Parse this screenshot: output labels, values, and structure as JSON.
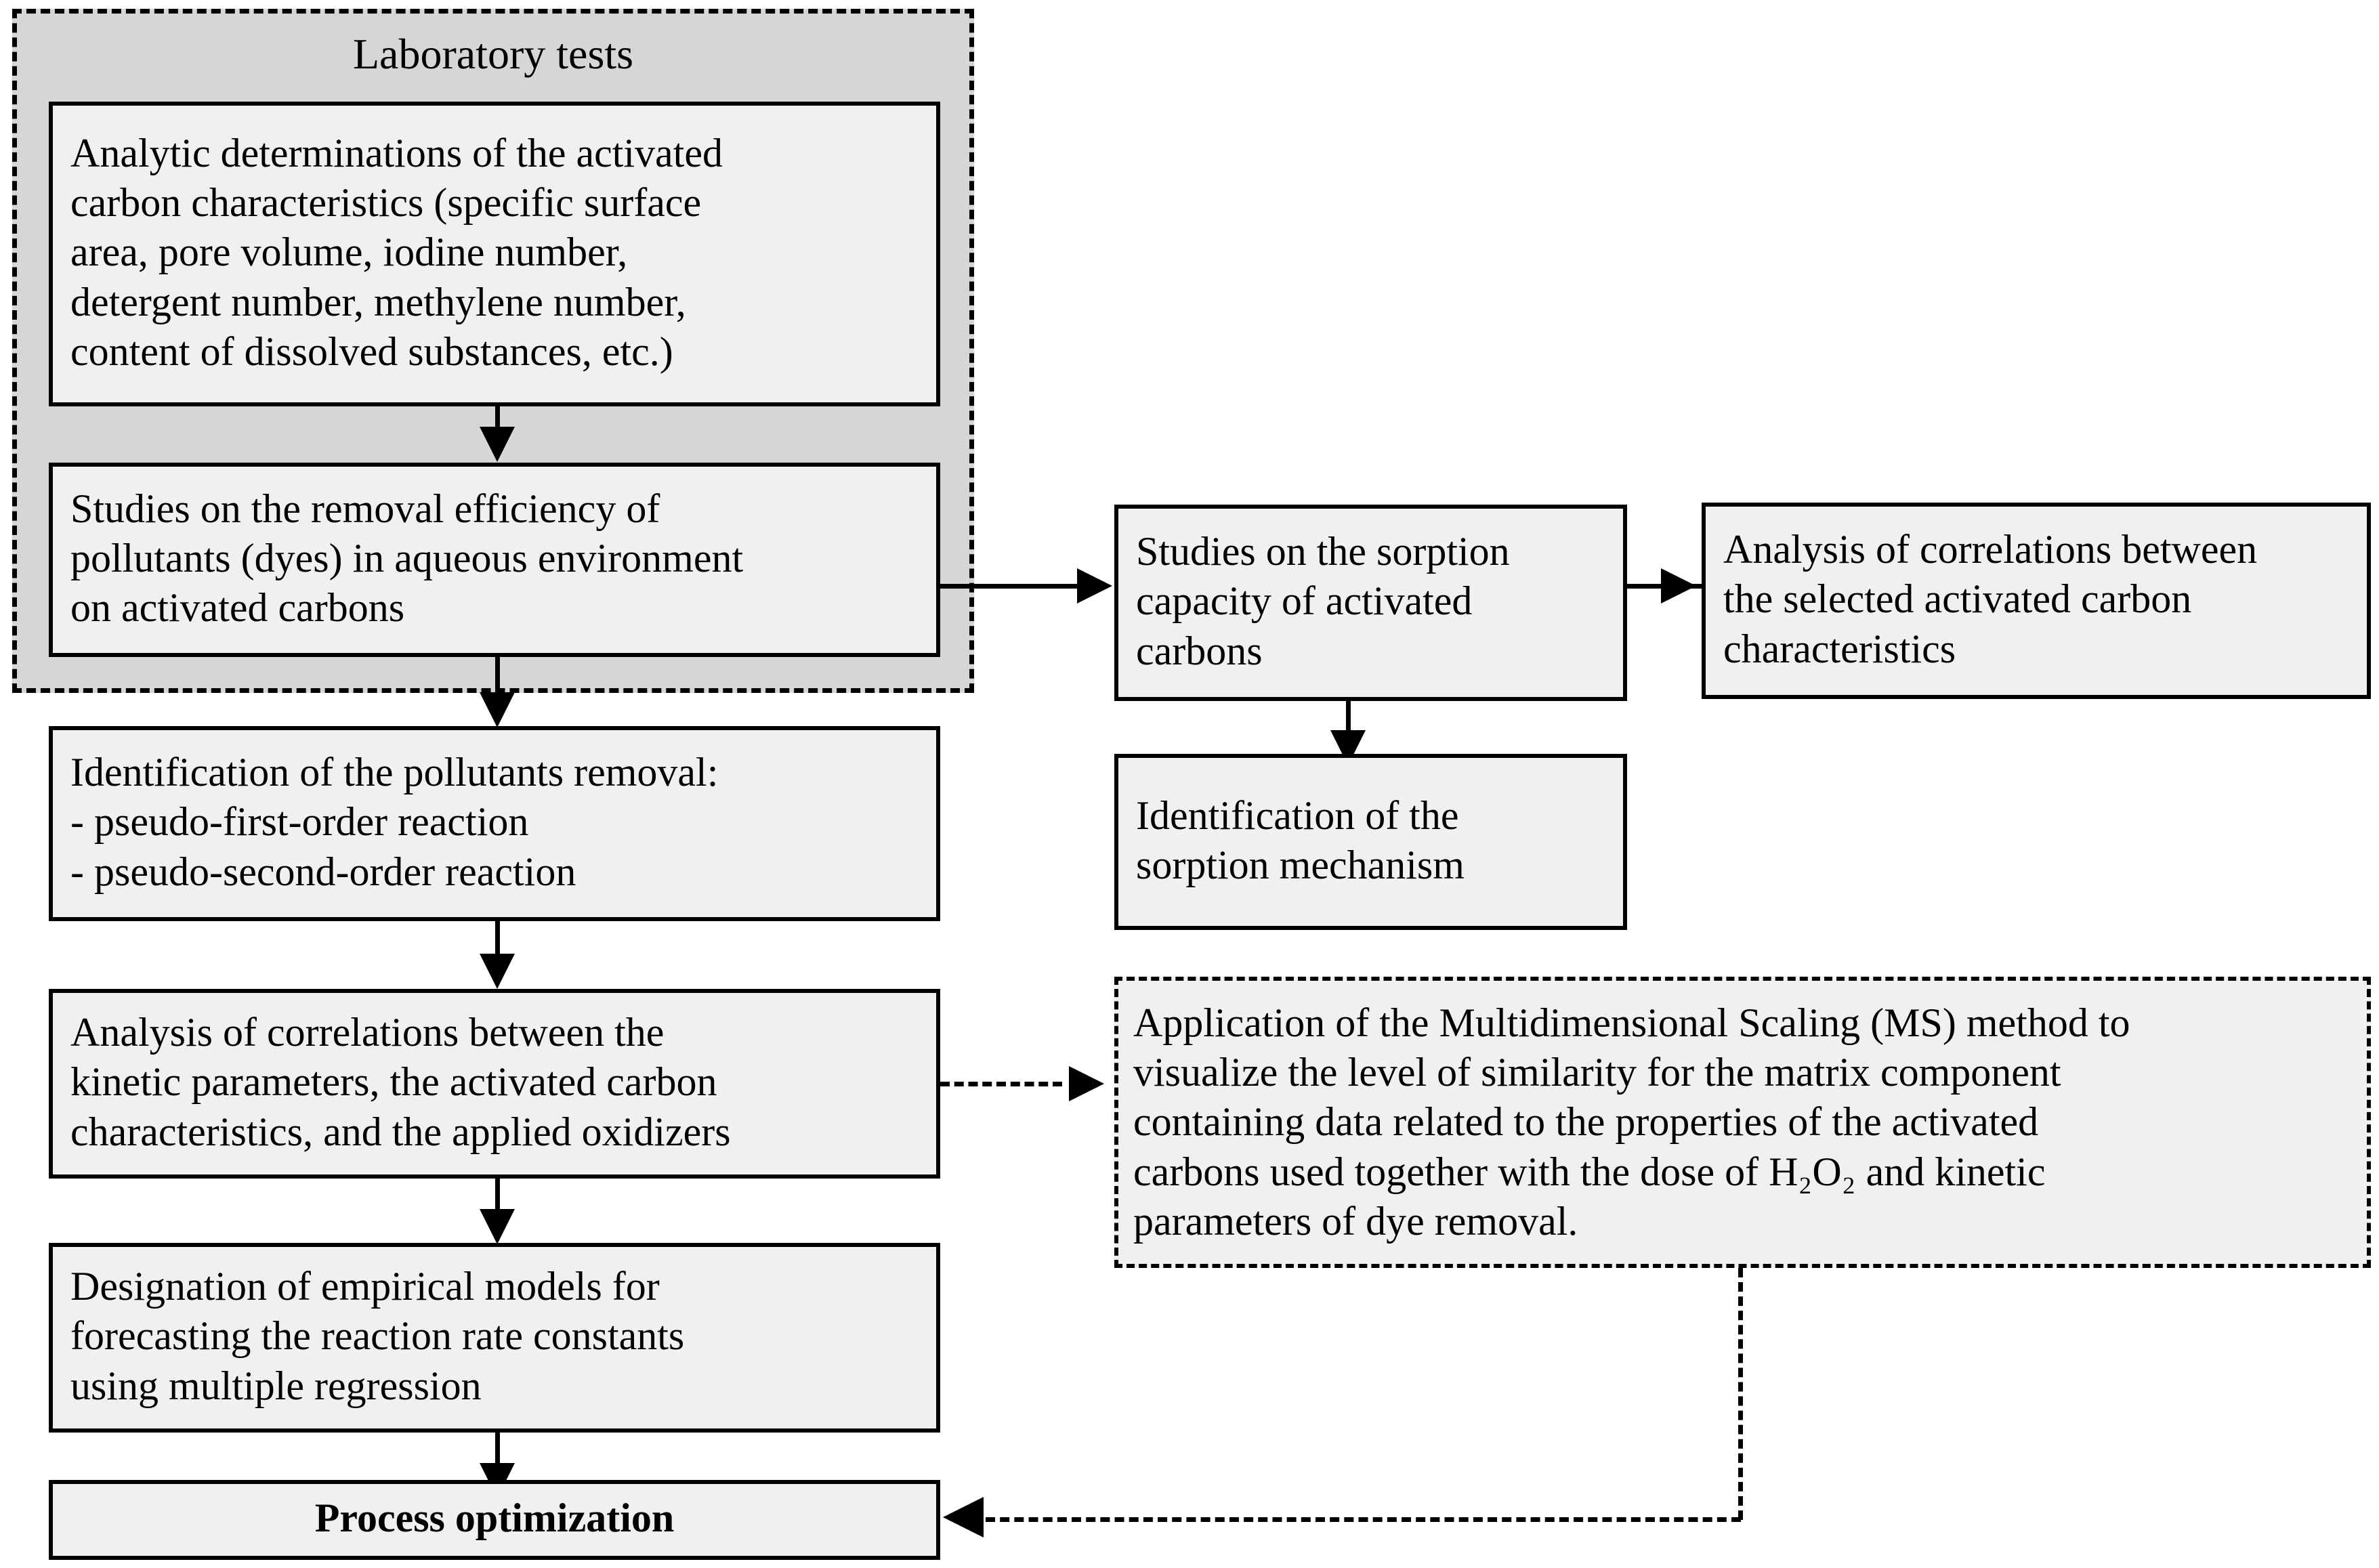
{
  "diagram": {
    "title": "Research methodology flowchart",
    "colors": {
      "group_fill": "#d6d6d6",
      "node_fill": "#f0f0f0",
      "stroke": "#000000",
      "page_background": "#ffffff"
    }
  },
  "group": {
    "label": "Laboratory tests",
    "border_style": "dashed"
  },
  "nodes": {
    "analytic_determinations": {
      "lines": [
        "Analytic determinations of the activated",
        "carbon characteristics (specific surface",
        "area, pore volume, iodine number,",
        "detergent number, methylene number,",
        "content of dissolved substances, etc.)"
      ]
    },
    "removal_efficiency": {
      "lines": [
        "Studies on the removal efficiency of",
        "pollutants (dyes) in aqueous environment",
        "on activated carbons"
      ]
    },
    "pollutants_removal_identification": {
      "lines": [
        "Identification of the pollutants removal:",
        "- pseudo-first-order reaction",
        "- pseudo-second-order reaction"
      ]
    },
    "kinetic_correlations": {
      "lines": [
        "Analysis of correlations between the",
        "kinetic parameters, the activated carbon",
        "characteristics, and the applied oxidizers"
      ]
    },
    "empirical_models": {
      "lines": [
        "Designation of empirical models for",
        "forecasting the reaction rate constants",
        "using multiple regression"
      ]
    },
    "process_optimization": {
      "lines": [
        "Process optimization"
      ]
    },
    "sorption_capacity": {
      "lines": [
        "Studies on the sorption",
        "capacity of activated",
        "carbons"
      ]
    },
    "sorption_mechanism": {
      "lines": [
        "Identification of the",
        "sorption mechanism"
      ]
    },
    "carbon_characteristics_correlations": {
      "lines": [
        "Analysis of correlations between",
        "the selected activated carbon",
        "characteristics"
      ]
    },
    "ms_method": {
      "lines": [
        "Application of the Multidimensional Scaling (MS) method to",
        "visualize the level of similarity for the matrix component",
        "containing data related to the properties of the activated",
        "carbons used together with the dose of H₂O₂ and kinetic",
        "parameters of dye removal."
      ],
      "border_style": "dashed"
    }
  },
  "connectors": [
    {
      "name": "analytic-to-removal",
      "style": "solid",
      "direction": "down"
    },
    {
      "name": "removal-to-identification",
      "style": "solid",
      "direction": "down"
    },
    {
      "name": "removal-to-sorption-capacity",
      "style": "solid",
      "direction": "right"
    },
    {
      "name": "sorption-capacity-to-characteristics-correlations",
      "style": "solid",
      "direction": "right"
    },
    {
      "name": "sorption-capacity-to-sorption-mechanism",
      "style": "solid",
      "direction": "down"
    },
    {
      "name": "identification-to-kinetic-correlations",
      "style": "solid",
      "direction": "down"
    },
    {
      "name": "kinetic-correlations-to-ms-method",
      "style": "dashed",
      "direction": "right"
    },
    {
      "name": "kinetic-correlations-to-empirical-models",
      "style": "solid",
      "direction": "down"
    },
    {
      "name": "empirical-models-to-process-optimization",
      "style": "solid",
      "direction": "down"
    },
    {
      "name": "ms-method-to-process-optimization",
      "style": "dashed",
      "direction": "left"
    }
  ]
}
